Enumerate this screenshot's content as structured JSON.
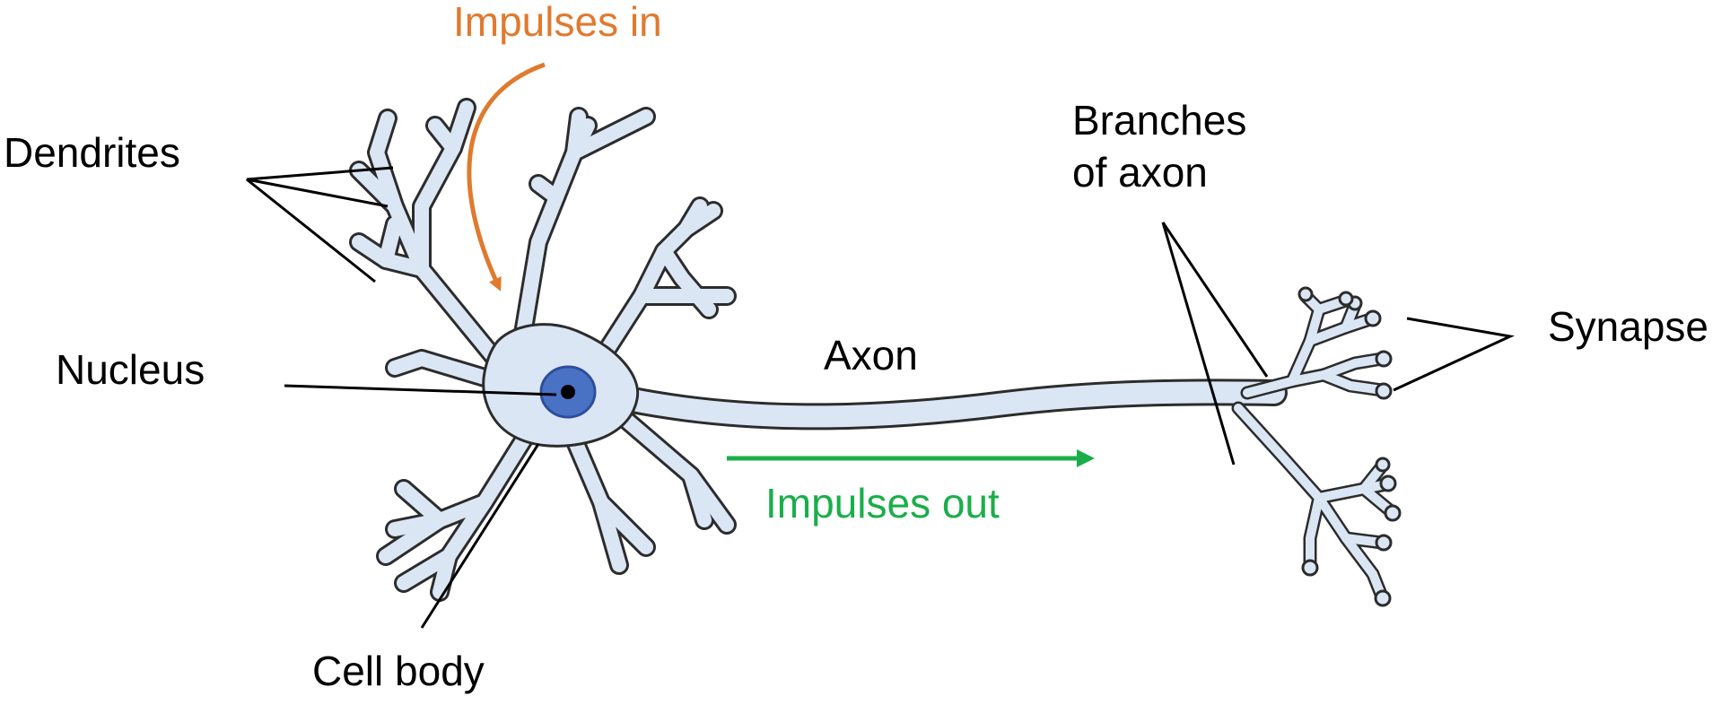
{
  "labels": {
    "impulses_in": "Impulses in",
    "dendrites": "Dendrites",
    "nucleus": "Nucleus",
    "cell_body": "Cell body",
    "axon": "Axon",
    "impulses_out": "Impulses out",
    "branches_of_axon_line1": "Branches",
    "branches_of_axon_line2": "of axon",
    "synapse": "Synapse"
  },
  "colors": {
    "cell_fill": "#dbe6f4",
    "cell_outline": "#2c2c2c",
    "nucleus_fill": "#4a72c4",
    "nucleolus": "#000000",
    "leader_line": "#000000",
    "impulse_in": "#e07a2e",
    "impulse_out": "#1aae4a"
  }
}
